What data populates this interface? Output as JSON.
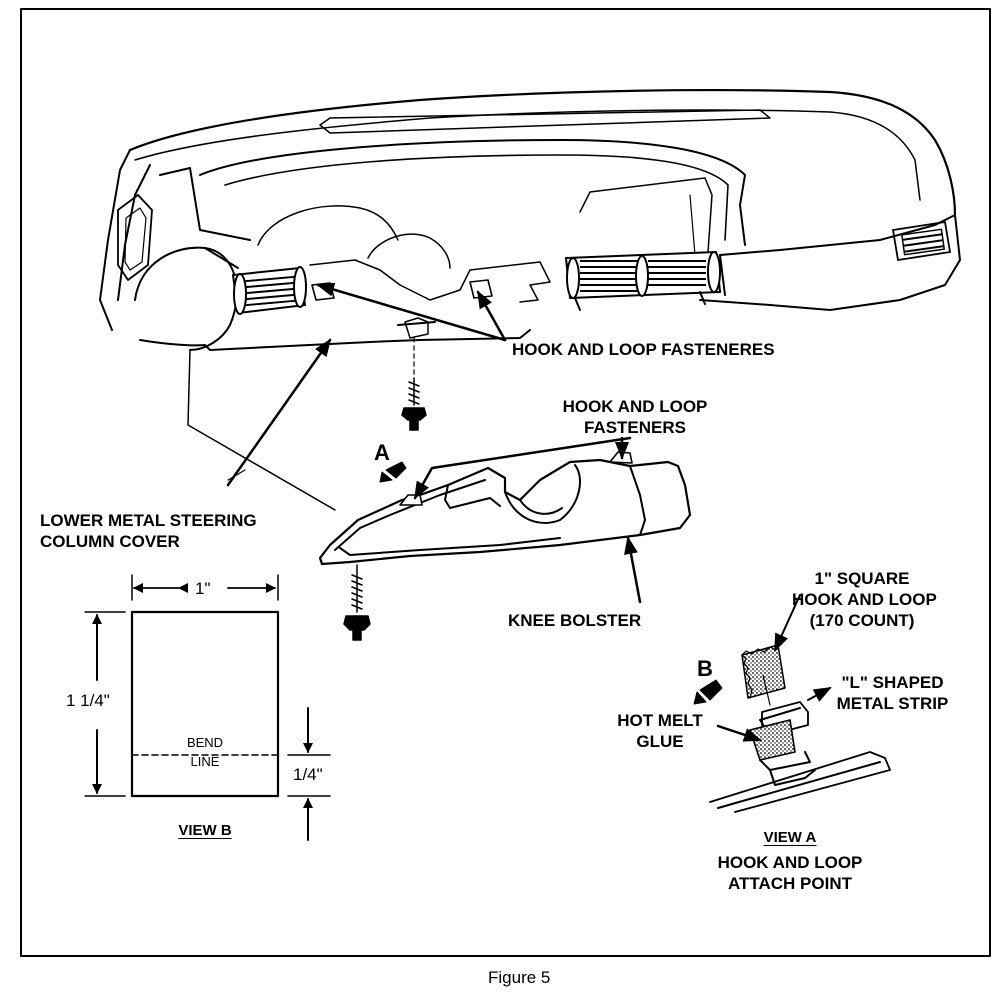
{
  "labels": {
    "hook_loop_fasteneres": "HOOK AND LOOP FASTENERES",
    "hook_loop_fasteners_line1": "HOOK AND LOOP",
    "hook_loop_fasteners_line2": "FASTENERS",
    "lower_cover_line1": "LOWER METAL STEERING",
    "lower_cover_line2": "COLUMN COVER",
    "knee_bolster": "KNEE BOLSTER",
    "square_line1": "1\" SQUARE",
    "square_line2": "HOOK AND LOOP",
    "square_line3": "(170 COUNT)",
    "l_strip_line1": "\"L\" SHAPED",
    "l_strip_line2": "METAL STRIP",
    "glue_line1": "HOT MELT",
    "glue_line2": "GLUE",
    "view_a_title": "VIEW A",
    "view_a_line1": "HOOK AND LOOP",
    "view_a_line2": "ATTACH  POINT",
    "view_b_title": "VIEW B",
    "view_ref_a": "A",
    "view_ref_b": "B"
  },
  "dimensions": {
    "width": "1\"",
    "height": "1 1/4\"",
    "bend_offset": "1/4\"",
    "bend_line1": "BEND",
    "bend_line2": "LINE"
  },
  "caption": "Figure 5"
}
